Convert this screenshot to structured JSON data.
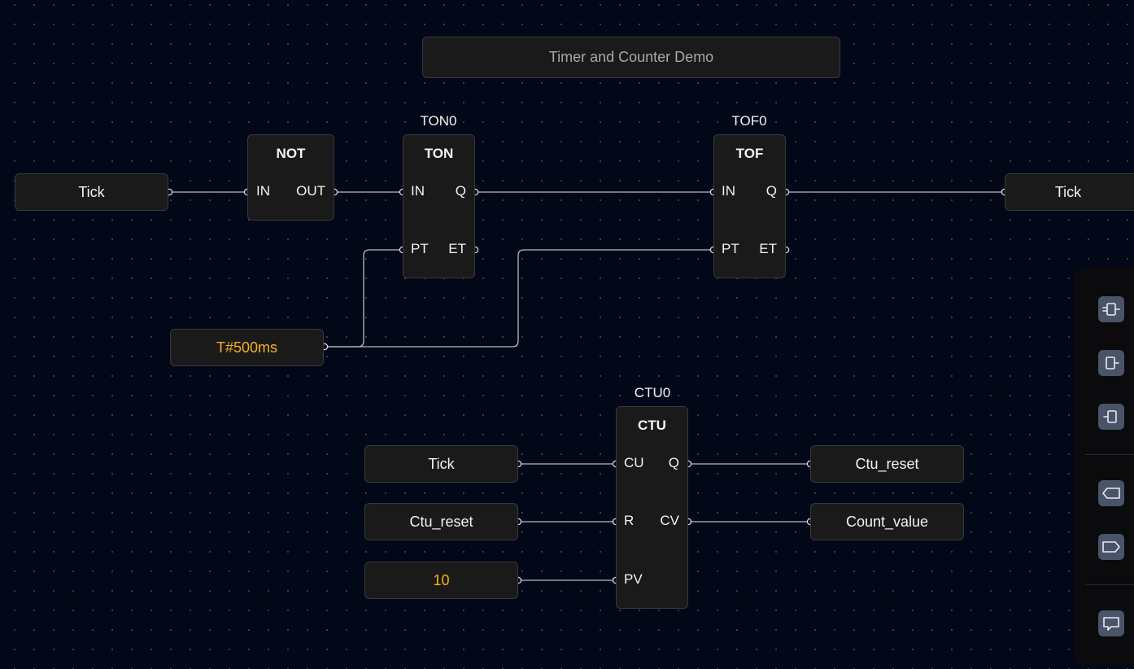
{
  "comment": {
    "text": "Timer and Counter Demo"
  },
  "variables": {
    "tick_in": "Tick",
    "tick_out": "Tick",
    "pt_const": "T#500ms",
    "ctu_cu_var": "Tick",
    "ctu_r_var": "Ctu_reset",
    "ctu_pv_const": "10",
    "ctu_q_var": "Ctu_reset",
    "ctu_cv_var": "Count_value"
  },
  "blocks": {
    "not": {
      "type": "NOT",
      "inputs": [
        "IN"
      ],
      "outputs": [
        "OUT"
      ]
    },
    "ton": {
      "instance": "TON0",
      "type": "TON",
      "inputs": [
        "IN",
        "PT"
      ],
      "outputs": [
        "Q",
        "ET"
      ]
    },
    "tof": {
      "instance": "TOF0",
      "type": "TOF",
      "inputs": [
        "IN",
        "PT"
      ],
      "outputs": [
        "Q",
        "ET"
      ]
    },
    "ctu": {
      "instance": "CTU0",
      "type": "CTU",
      "inputs": [
        "CU",
        "R",
        "PV"
      ],
      "outputs": [
        "Q",
        "CV"
      ]
    }
  },
  "toolbar": {
    "tools": [
      {
        "icon": "function-block-icon"
      },
      {
        "icon": "output-block-icon"
      },
      {
        "icon": "input-block-icon"
      },
      {
        "icon": "input-variable-icon"
      },
      {
        "icon": "output-variable-icon"
      },
      {
        "icon": "comment-icon"
      }
    ]
  },
  "colors": {
    "background": "#030818",
    "node": "#1a1a1a",
    "constant": "#f5b21f",
    "wire": "#b9bcc4",
    "tool_button": "#4a5468"
  }
}
